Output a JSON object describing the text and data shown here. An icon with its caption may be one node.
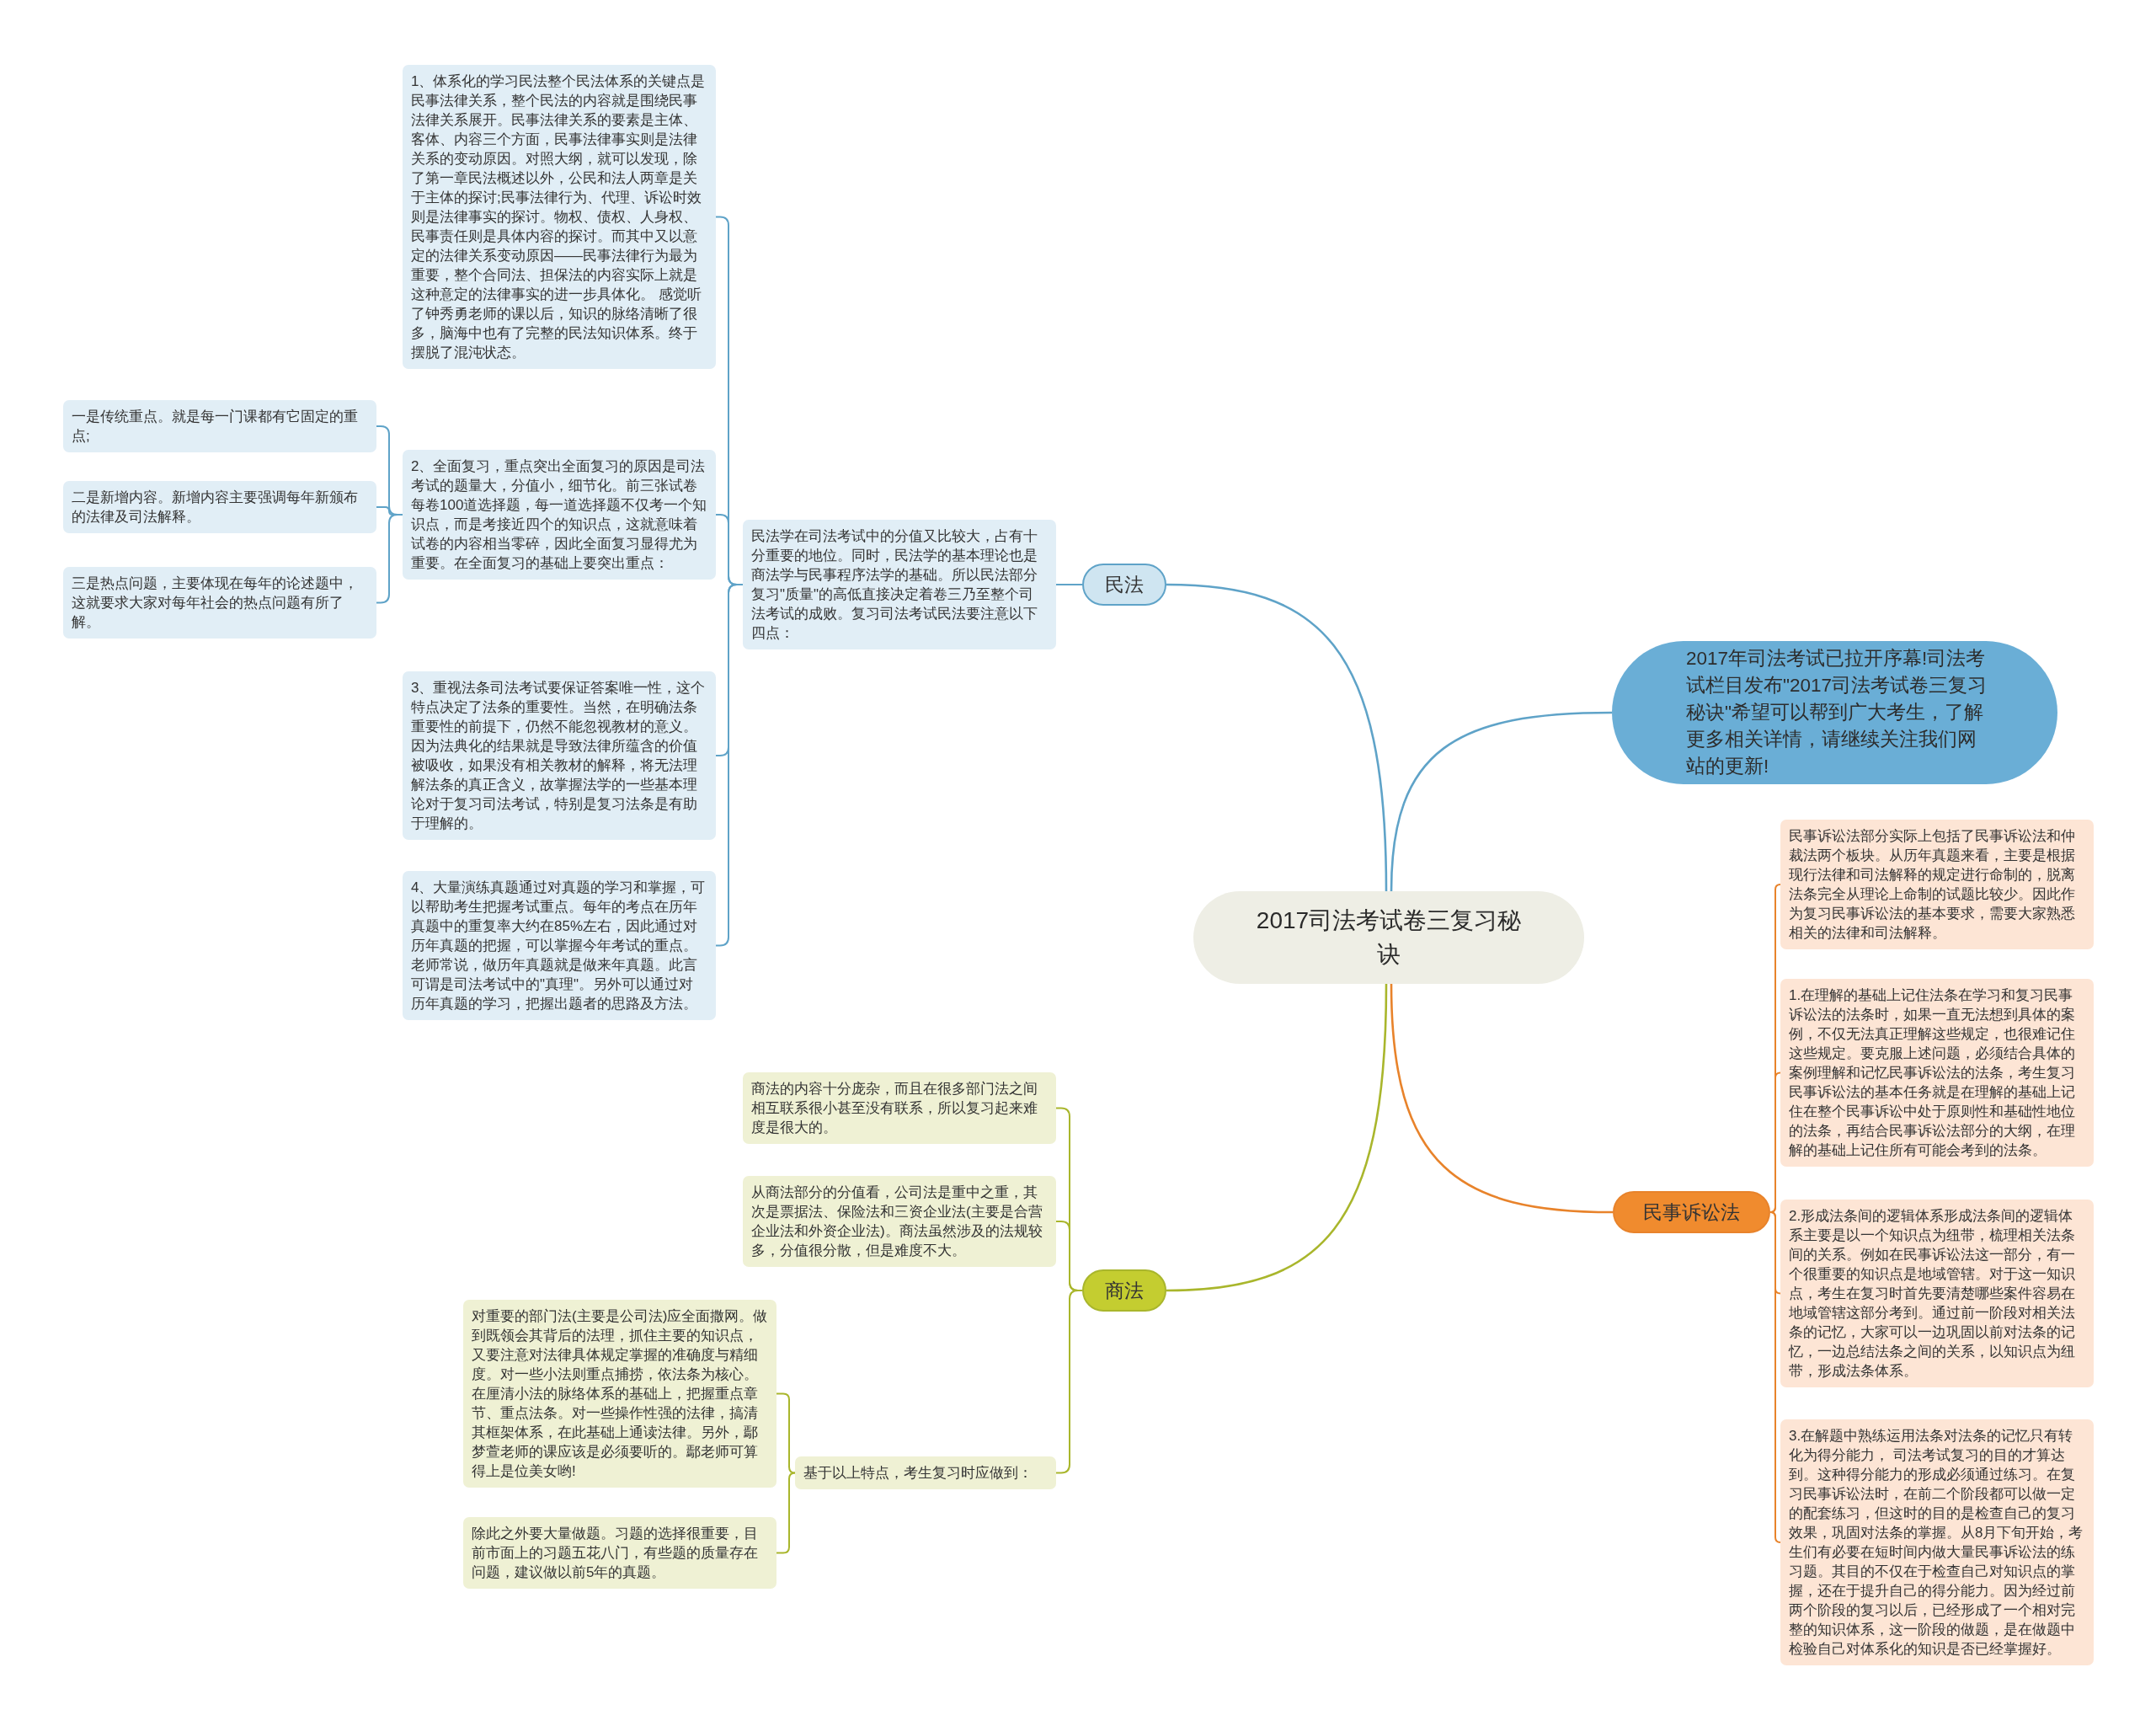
{
  "diagram": {
    "nodes": [
      {
        "text": [
          "2017司法考试卷三复习秘诀"
        ]
      },
      {
        "text": [
          "民法"
        ]
      },
      {
        "text": [
          "民法学在司法考试中的分值又比较大，占有十分重要的地位。同时，民法学的基本理论也是商法学与民事程序法学的基础。所以民法部分复习\"质量\"的高低直接决定着卷三乃至整个司法考试的成败。复习司法考试民法要注意以下四点："
        ]
      },
      {
        "text": [
          "1、体系化的学习民法整个民法体系的关键点是民事法律关系，整个民法的内容就是围绕民事法律关系展开。民事法律关系的要素是主体、客体、内容三个方面，民事法律事实则是法律关系的变动原因。对照大纲，就可以发现，除了第一章民法概述以外，公民和法人两章是关于主体的探讨;民事法律行为、代理、诉讼时效则是法律事实的探讨。物权、债权、人身权、民事责任则是具体内容的探讨。而其中又以意定的法律关系变动原因——民事法律行为最为重要，整个合同法、担保法的内容实际上就是这种意定的法律事实的进一步具体化。 感觉听了钟秀勇老师的课以后，知识的脉络清晰了很多，脑海中也有了完整的民法知识体系。终于摆脱了混沌状态。"
        ]
      },
      {
        "text": [
          "2、全面复习，重点突出全面复习的原因是司法考试的题量大，分值小，细节化。前三张试卷每卷100道选择题，每一道选择题不仅考一个知识点，而是考接近四个的知识点，这就意味着试卷的内容相当零碎，因此全面复习显得尤为重要。在全面复习的基础上要突出重点："
        ]
      },
      {
        "text": [
          "一是传统重点。就是每一门课都有它固定的重点;"
        ]
      },
      {
        "text": [
          "二是新增内容。新增内容主要强调每年新颁布的法律及司法解释。"
        ]
      },
      {
        "text": [
          "三是热点问题，主要体现在每年的论述题中，这就要求大家对每年社会的热点问题有所了解。"
        ]
      },
      {
        "text": [
          "3、重视法条司法考试要保证答案唯一性，这个特点决定了法条的重要性。当然，在明确法条重要性的前提下，仍然不能忽视教材的意义。因为法典化的结果就是导致法律所蕴含的价值被吸收，如果没有相关教材的解释，将无法理解法条的真正含义，故掌握法学的一些基本理论对于复习司法考试，特别是复习法条是有助于理解的。"
        ]
      },
      {
        "text": [
          "4、大量演练真题通过对真题的学习和掌握，可以帮助考生把握考试重点。每年的考点在历年真题中的重复率大约在85%左右，因此通过对历年真题的把握，可以掌握今年考试的重点。老师常说，做历年真题就是做来年真题。此言可谓是司法考试中的\"真理\"。另外可以通过对历年真题的学习，把握出题者的思路及方法。"
        ]
      },
      {
        "text": [
          "2017年司法考试已拉开序幕!司法考试栏目发布\"2017司法考试卷三复习秘诀\"希望可以帮到广大考生，了解更多相关详情，请继续关注我们网站的更新!"
        ]
      },
      {
        "text": [
          "民事诉讼法"
        ]
      },
      {
        "text": [
          "民事诉讼法部分实际上包括了民事诉讼法和仲裁法两个板块。从历年真题来看，主要是根据现行法律和司法解释的规定进行命制的，脱离法条完全从理论上命制的试题比较少。因此作为复习民事诉讼法的基本要求，需要大家熟悉相关的法律和司法解释。"
        ]
      },
      {
        "text": [
          "1.在理解的基础上记住法条在学习和复习民事诉讼法的法条时，如果一直无法想到具体的案例，不仅无法真正理解这些规定，也很难记住这些规定。要克服上述问题，必须结合具体的案例理解和记忆民事诉讼法的法条，考生复习民事诉讼法的基本任务就是在理解的基础上记住在整个民事诉讼中处于原则性和基础性地位的法条，再结合民事诉讼法部分的大纲，在理解的基础上记住所有可能会考到的法条。"
        ]
      },
      {
        "text": [
          "2.形成法条间的逻辑体系形成法条间的逻辑体系主要是以一个知识点为纽带，梳理相关法条间的关系。例如在民事诉讼法这一部分，有一个很重要的知识点是地域管辖。对于这一知识点，考生在复习时首先要清楚哪些案件容易在地域管辖这部分考到。通过前一阶段对相关法条的记忆，大家可以一边巩固以前对法条的记忆，一边总结法条之间的关系，以知识点为纽带，形成法条体系。"
        ]
      },
      {
        "text": [
          "3.在解题中熟练运用法条对法条的记忆只有转化为得分能力， 司法考试复习的目的才算达到。这种得分能力的形成必须通过练习。在复习民事诉讼法时，在前二个阶段都可以做一定的配套练习，但这时的目的是检查自己的复习效果，巩固对法条的掌握。从8月下旬开始，考生们有必要在短时间内做大量民事诉讼法的练习题。其目的不仅在于检查自己对知识点的掌握，还在于提升自己的得分能力。因为经过前两个阶段的复习以后，已经形成了一个相对完整的知识体系，这一阶段的做题，是在做题中检验自己对体系化的知识是否已经掌握好。"
        ]
      },
      {
        "text": [
          "商法"
        ]
      },
      {
        "text": [
          "商法的内容十分庞杂，而且在很多部门法之间相互联系很小甚至没有联系，所以复习起来难度是很大的。"
        ]
      },
      {
        "text": [
          "从商法部分的分值看，公司法是重中之重，其次是票据法、保险法和三资企业法(主要是合营企业法和外资企业法)。商法虽然涉及的法规较多，分值很分散，但是难度不大。"
        ]
      },
      {
        "text": [
          "基于以上特点，考生复习时应做到："
        ]
      },
      {
        "text": [
          "对重要的部门法(主要是公司法)应全面撒网。做到既领会其背后的法理，抓住主要的知识点，又要注意对法律具体规定掌握的准确度与精细度。对一些小法则重点捕捞，依法条为核心。在厘清小法的脉络体系的基础上，把握重点章节、重点法条。对一些操作性强的法律，搞清其框架体系，在此基础上通读法律。另外，鄢梦萱老师的课应该是必须要听的。鄢老师可算得上是位美女哟!"
        ]
      },
      {
        "text": [
          "除此之外要大量做题。习题的选择很重要，目前市面上的习题五花八门，有些题的质量存在问题，建议做以前5年的真题。"
        ]
      }
    ],
    "edges": [
      {
        "from": 0,
        "to": 1,
        "arrow": "none"
      },
      {
        "from": 1,
        "to": 2,
        "arrow": "none"
      },
      {
        "from": 2,
        "to": 3,
        "arrow": "none"
      },
      {
        "from": 2,
        "to": 4,
        "arrow": "none"
      },
      {
        "from": 4,
        "to": 5,
        "arrow": "none"
      },
      {
        "from": 4,
        "to": 6,
        "arrow": "none"
      },
      {
        "from": 4,
        "to": 7,
        "arrow": "none"
      },
      {
        "from": 2,
        "to": 8,
        "arrow": "none"
      },
      {
        "from": 2,
        "to": 9,
        "arrow": "none"
      },
      {
        "from": 0,
        "to": 10,
        "arrow": "none"
      },
      {
        "from": 0,
        "to": 11,
        "arrow": "none",
        "color": "#e8832b"
      },
      {
        "from": 11,
        "to": 12,
        "arrow": "none",
        "color": "#e8832b"
      },
      {
        "from": 11,
        "to": 13,
        "arrow": "none",
        "color": "#e8832b"
      },
      {
        "from": 11,
        "to": 14,
        "arrow": "none",
        "color": "#e8832b"
      },
      {
        "from": 11,
        "to": 15,
        "arrow": "none",
        "color": "#e8832b"
      },
      {
        "from": 0,
        "to": 16,
        "arrow": "none",
        "color": "#a9b62c"
      },
      {
        "from": 16,
        "to": 17,
        "arrow": "none",
        "color": "#a9b62c"
      },
      {
        "from": 16,
        "to": 18,
        "arrow": "none",
        "color": "#a9b62c"
      },
      {
        "from": 16,
        "to": 19,
        "arrow": "none",
        "color": "#a9b62c"
      },
      {
        "from": 19,
        "to": 20,
        "arrow": "none",
        "color": "#a9b62c"
      },
      {
        "from": 19,
        "to": 21,
        "arrow": "none",
        "color": "#a9b62c"
      }
    ]
  }
}
